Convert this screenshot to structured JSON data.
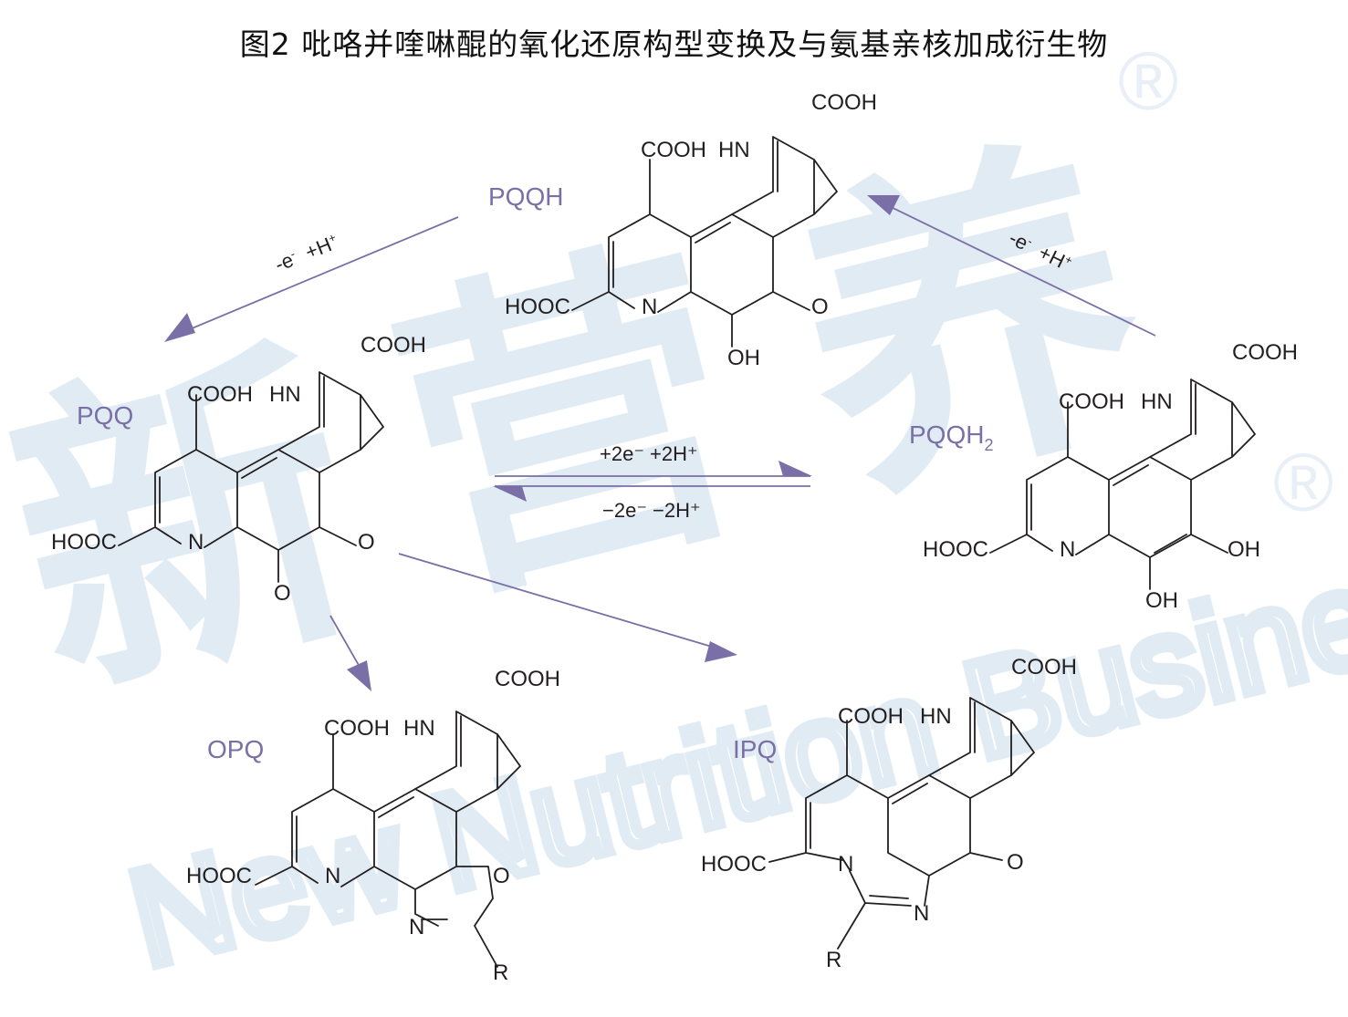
{
  "title": "图2 吡咯并喹啉醌的氧化还原构型变换及与氨基亲核加成衍生物",
  "watermark": {
    "chars": [
      "新",
      "营",
      "养"
    ],
    "english": "New Nutrition Business",
    "registered": "®"
  },
  "molecules": {
    "pqqh": {
      "name": "PQQH"
    },
    "pqq": {
      "name": "PQQ"
    },
    "pqqh2": {
      "name": "PQQH",
      "sub": "2"
    },
    "opq": {
      "name": "OPQ"
    },
    "ipq": {
      "name": "IPQ"
    }
  },
  "atoms": {
    "cooh": "COOH",
    "hooc": "HOOC",
    "hn": "HN",
    "n": "N",
    "o": "O",
    "oh": "OH",
    "r": "R"
  },
  "reactions": {
    "pqqh_to_pqq": {
      "e": "-e",
      "sup_minus": "-",
      "h": "+H",
      "sup_plus": "+"
    },
    "pqqh2_to_pqqh": {
      "e": "-e",
      "sup_minus": "-",
      "h": "+H",
      "sup_plus": "+"
    },
    "reduction": "+2e⁻ +2H⁺",
    "oxidation": "−2e⁻ −2H⁺"
  },
  "colors": {
    "accent": "#7a6fa6",
    "ink": "#231f20",
    "watermark": "#dde9f3"
  }
}
